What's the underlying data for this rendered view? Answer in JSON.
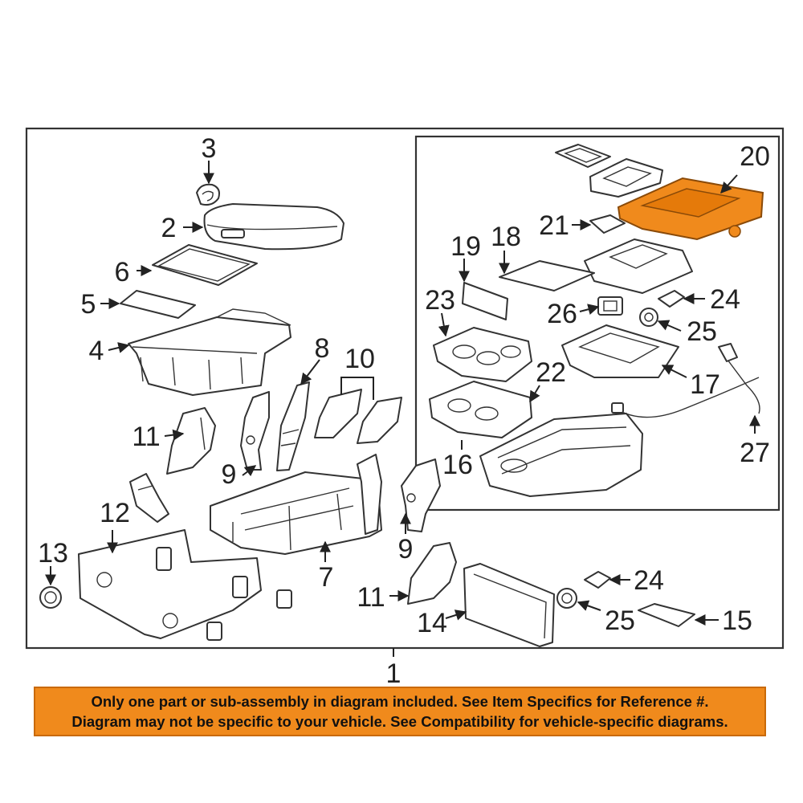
{
  "diagram": {
    "callouts": {
      "c1": "1",
      "c2": "2",
      "c3": "3",
      "c4": "4",
      "c5": "5",
      "c6": "6",
      "c7": "7",
      "c8": "8",
      "c9a": "9",
      "c9b": "9",
      "c10": "10",
      "c11a": "11",
      "c11b": "11",
      "c12": "12",
      "c13": "13",
      "c14": "14",
      "c15": "15",
      "c16": "16",
      "c17": "17",
      "c18": "18",
      "c19": "19",
      "c20": "20",
      "c21": "21",
      "c22": "22",
      "c23": "23",
      "c24a": "24",
      "c24b": "24",
      "c25a": "25",
      "c25b": "25",
      "c26": "26",
      "c27": "27"
    },
    "colors": {
      "highlight_fill": "#f08a1c",
      "highlight_stroke": "#8a4a08",
      "line": "#333333",
      "notice_background": "#f08a1c"
    }
  },
  "notice": {
    "line1": "Only one part or sub-assembly in diagram included. See Item Specifics for Reference #.",
    "line2": "Diagram may not be specific to your vehicle. See Compatibility for vehicle-specific diagrams."
  }
}
